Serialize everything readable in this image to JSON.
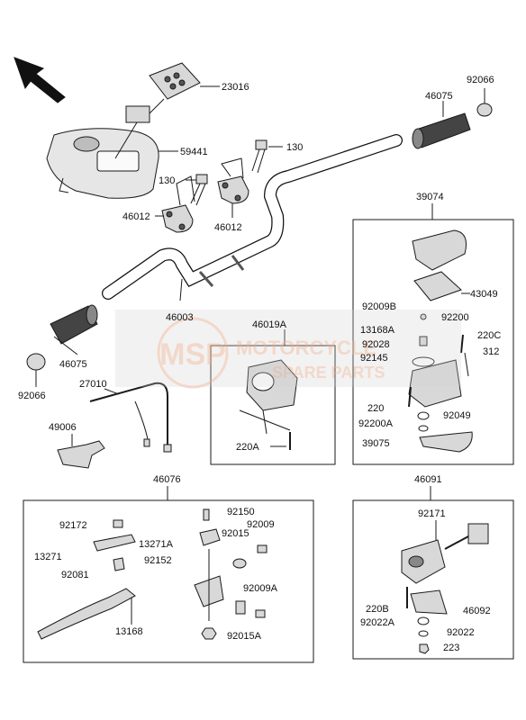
{
  "watermark": {
    "logo_text": "MSP",
    "brand_line1": "MOTORCYCLE",
    "brand_line2": "SPARE PARTS",
    "color": "#e8b9a0"
  },
  "colors": {
    "line": "#1a1a1a",
    "part_fill": "#d8d8d8",
    "part_dark": "#555555"
  },
  "direction_arrow": {
    "icon": "front-direction-arrow-icon"
  },
  "part_labels": {
    "p23016": "23016",
    "p59441": "59441",
    "p130a": "130",
    "p130b": "130",
    "p46012a": "46012",
    "p46012b": "46012",
    "p46003": "46003",
    "p46075_left": "46075",
    "p92066_left": "92066",
    "p46075_right": "46075",
    "p92066_right": "92066",
    "p27010": "27010",
    "p49006": "49006",
    "p46019A": "46019A",
    "p220A": "220A",
    "p39074": "39074",
    "p43049": "43049",
    "p92009B": "92009B",
    "p92200": "92200",
    "p13168A": "13168A",
    "p220C": "220C",
    "p92028": "92028",
    "p312": "312",
    "p92145": "92145",
    "p220": "220",
    "p92049": "92049",
    "p92200A": "92200A",
    "p39075": "39075",
    "p46076": "46076",
    "p92150": "92150",
    "p92172": "92172",
    "p92009": "92009",
    "p92015": "92015",
    "p13271": "13271",
    "p13271A": "13271A",
    "p92152": "92152",
    "p92081": "92081",
    "p92009A": "92009A",
    "p13168": "13168",
    "p92015A": "92015A",
    "p46091": "46091",
    "p92171": "92171",
    "p220B": "220B",
    "p46092": "46092",
    "p92022A": "92022A",
    "p92022": "92022",
    "p223": "223"
  }
}
